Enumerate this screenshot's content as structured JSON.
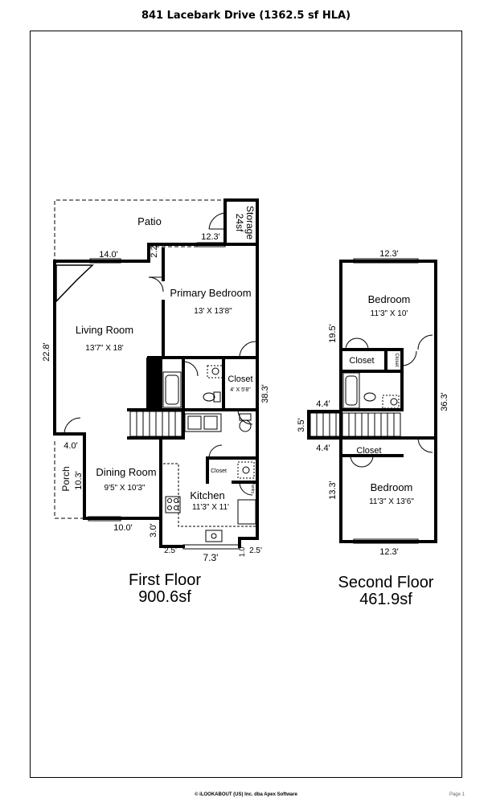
{
  "title": "841 Lacebark Drive (1362.5 sf HLA)",
  "first_floor": {
    "caption": "First Floor",
    "area": "900.6sf",
    "rooms": {
      "patio": "Patio",
      "storage": "Storage",
      "storage_area": "24sf",
      "primary_bedroom": "Primary Bedroom",
      "primary_bedroom_size": "13' X 13'8\"",
      "living_room": "Living Room",
      "living_room_size": "13'7\" X 18'",
      "closet": "Closet",
      "closet_size": "4' X 5'8\"",
      "dining_room": "Dining Room",
      "dining_room_size": "9'5\" X 10'3\"",
      "kitchen": "Kitchen",
      "kitchen_size": "11'3\" X 11'",
      "small_closet": "Closet",
      "pantry": "Pantry",
      "porch": "Porch"
    },
    "dimensions": {
      "living_top": "14.0'",
      "offset_top": "2.2'",
      "patio_right": "12.3'",
      "left_height": "22.8'",
      "right_height": "38.3'",
      "porch_top": "4.0'",
      "porch_height": "10.3'",
      "dining_bottom": "10.0'",
      "kitchen_step": "3.0'",
      "kitchen_left_offset": "2.5'",
      "kitchen_bottom": "7.3'",
      "kitchen_small": "1.0'",
      "kitchen_right_offset": "2.5'"
    }
  },
  "second_floor": {
    "caption": "Second Floor",
    "area": "461.9sf",
    "rooms": {
      "bedroom_top": "Bedroom",
      "bedroom_top_size": "11'3\" X 10'",
      "closet": "Closet",
      "small_closet": "Closet",
      "bedroom_bottom": "Bedroom",
      "bedroom_bottom_size": "11'3\" X 13'6\"",
      "closet_bottom": "Closet"
    },
    "dimensions": {
      "top_width": "12.3'",
      "top_height": "19.5'",
      "right_height": "36.3'",
      "stair_top": "4.4'",
      "stair_height": "3.5'",
      "stair_bottom": "4.4'",
      "bottom_height": "13.3'",
      "bottom_width": "12.3'"
    }
  },
  "footer": {
    "credit": "© iLOOKABOUT (US) Inc. dba Apex Software",
    "page": "Page 1"
  }
}
